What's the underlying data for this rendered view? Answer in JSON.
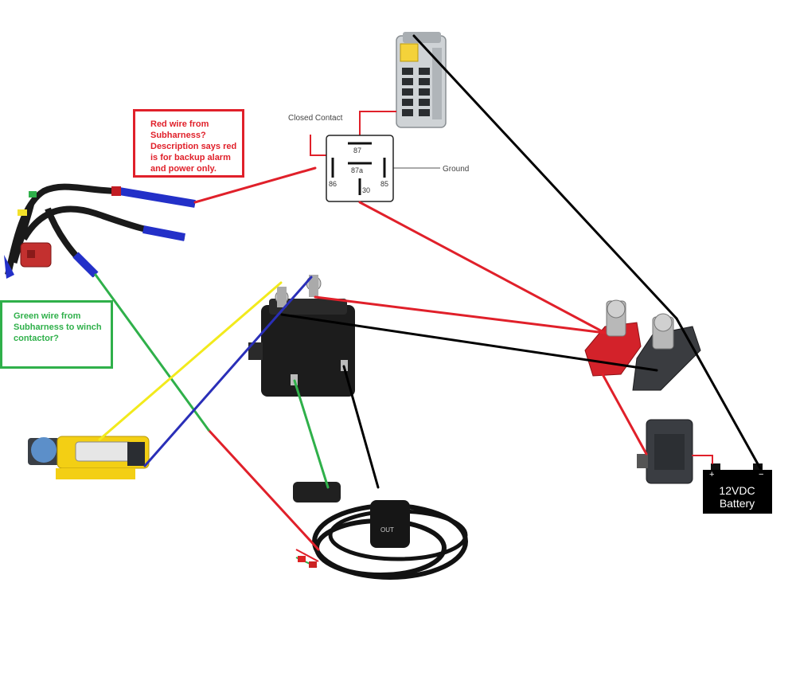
{
  "notes": {
    "red_wire": "Red wire from Subharness? Description says red is for backup alarm and power only.",
    "green_wire": "Green wire from Subharness to winch contactor?"
  },
  "relay": {
    "closed_contact_label": "Closed Contact",
    "ground_label": "Ground",
    "pin_87": "87",
    "pin_87a": "87a",
    "pin_86": "86",
    "pin_85": "85",
    "pin_30": "30"
  },
  "battery": {
    "label_line1": "12VDC",
    "label_line2": "Battery",
    "plus": "+",
    "minus": "−"
  },
  "switch": {
    "label": "OUT"
  },
  "colors": {
    "wire_red": "#e0202a",
    "wire_black": "#000000",
    "wire_green": "#2fb04a",
    "wire_yellow": "#f2ea1c",
    "wire_blue": "#2a2fb8",
    "note_red": "#e0202a",
    "note_green": "#2fb04a"
  },
  "icons": [
    "fuse-box-icon",
    "relay-icon",
    "subharness-icon",
    "winch-contactor-icon",
    "winch-icon",
    "switch-harness-icon",
    "bus-bar-icon",
    "circuit-breaker-icon",
    "battery-icon"
  ]
}
